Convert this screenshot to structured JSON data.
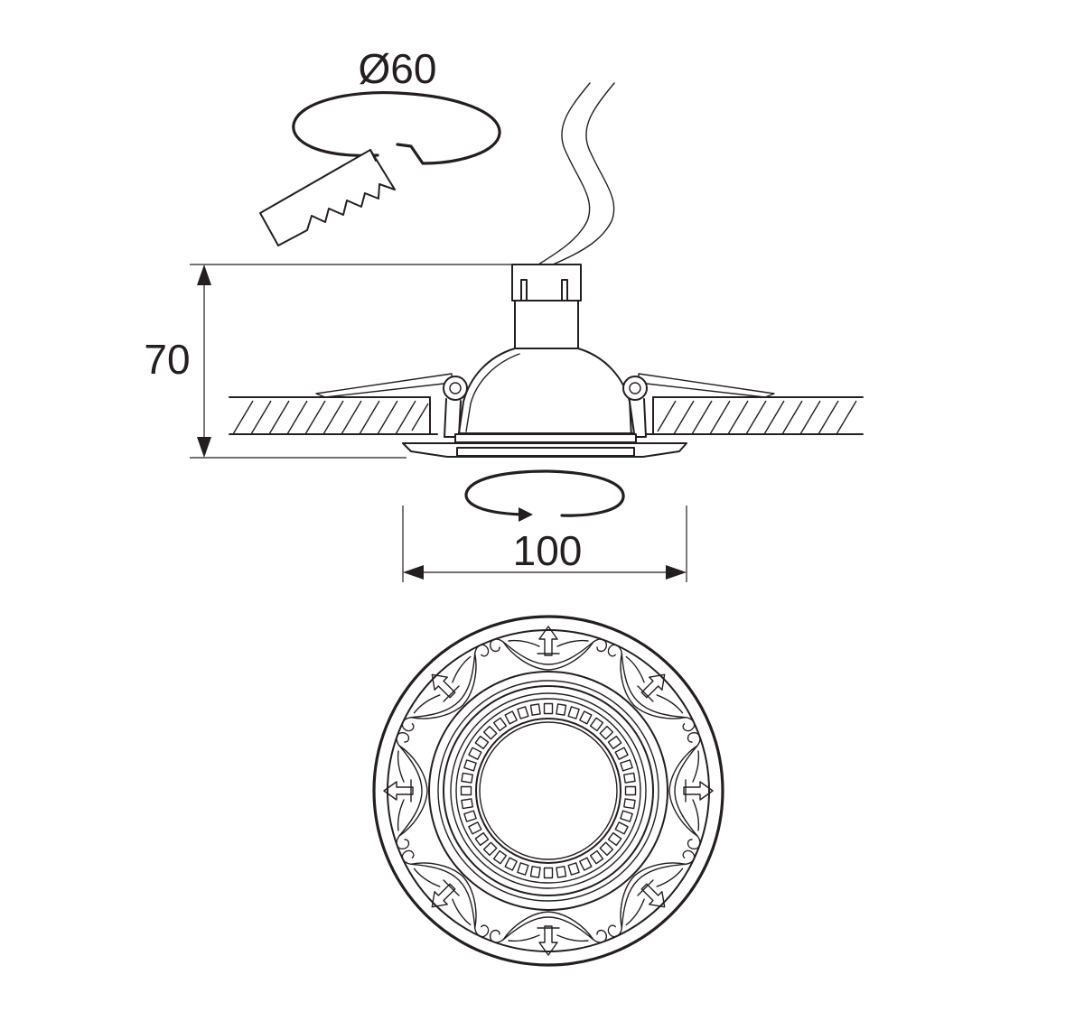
{
  "dimensions": {
    "cutout_diameter": "Ø60",
    "height": "70",
    "outer_diameter": "100"
  },
  "colors": {
    "line": "#231f20",
    "background": "#ffffff"
  },
  "icons": {
    "saw": "saw-icon",
    "cutout_circle": "cutout-circle-icon",
    "rotation_arrow": "rotation-arrow-icon"
  }
}
